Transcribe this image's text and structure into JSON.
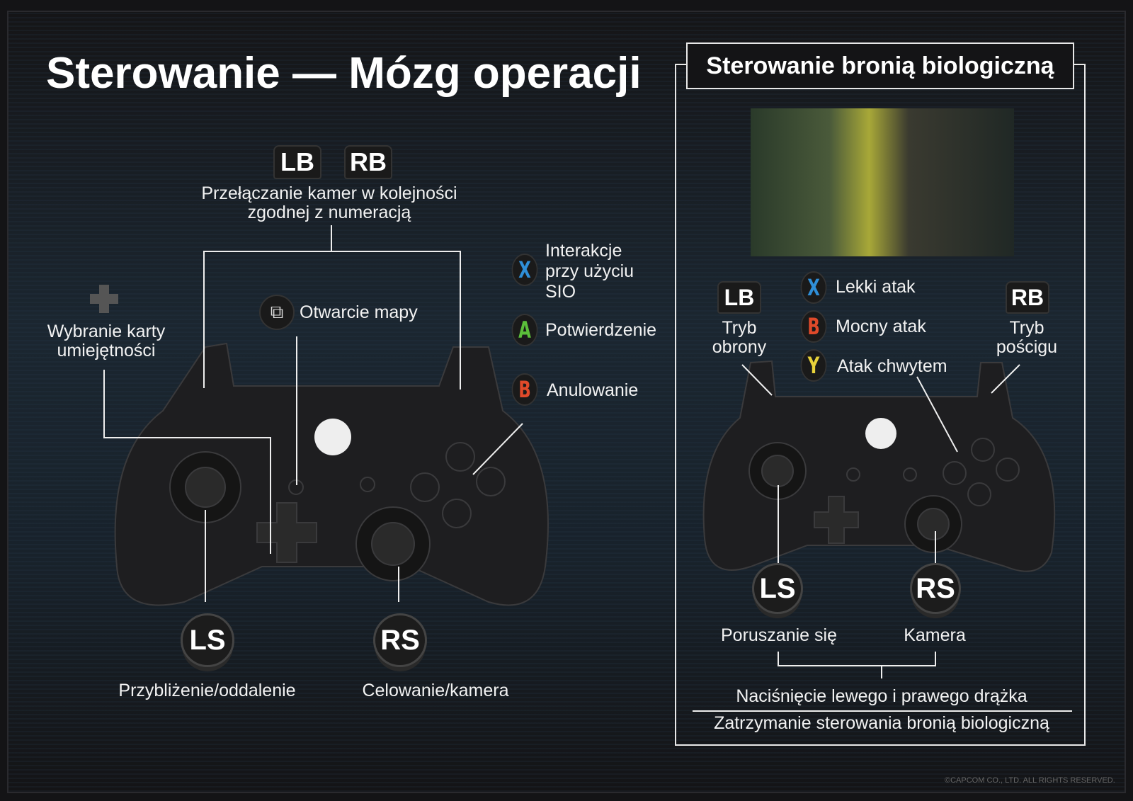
{
  "title": "Sterowanie — Mózg operacji",
  "left": {
    "bumpers": {
      "lb": "LB",
      "rb": "RB",
      "label": "Przełączanie kamer w kolejności\nzgodnej z numeracją"
    },
    "dpad_label": "Wybranie karty\numiejętności",
    "map_label": "Otwarcie mapy",
    "x": {
      "glyph": "X",
      "label": "Interakcje\nprzy użyciu\nSIO"
    },
    "a": {
      "glyph": "A",
      "label": "Potwierdzenie"
    },
    "b": {
      "glyph": "B",
      "label": "Anulowanie"
    },
    "ls": {
      "glyph": "LS",
      "label": "Przybliżenie/oddalenie"
    },
    "rs": {
      "glyph": "RS",
      "label": "Celowanie/kamera"
    }
  },
  "right": {
    "title": "Sterowanie bronią biologiczną",
    "lb": {
      "glyph": "LB",
      "label": "Tryb\nobrony"
    },
    "rb": {
      "glyph": "RB",
      "label": "Tryb\npościgu"
    },
    "x": {
      "glyph": "X",
      "label": "Lekki atak"
    },
    "b": {
      "glyph": "B",
      "label": "Mocny atak"
    },
    "y": {
      "glyph": "Y",
      "label": "Atak chwytem"
    },
    "ls": {
      "glyph": "LS",
      "label": "Poruszanie się"
    },
    "rs": {
      "glyph": "RS",
      "label": "Kamera"
    },
    "press_label": "Naciśnięcie lewego i prawego drążka",
    "stop_label": "Zatrzymanie sterowania bronią biologiczną"
  },
  "copyright": "©CAPCOM CO., LTD. ALL RIGHTS RESERVED.",
  "colors": {
    "x": "#2f8fd8",
    "a": "#5bbf3a",
    "b": "#e04a2a",
    "y": "#e8d23a"
  }
}
